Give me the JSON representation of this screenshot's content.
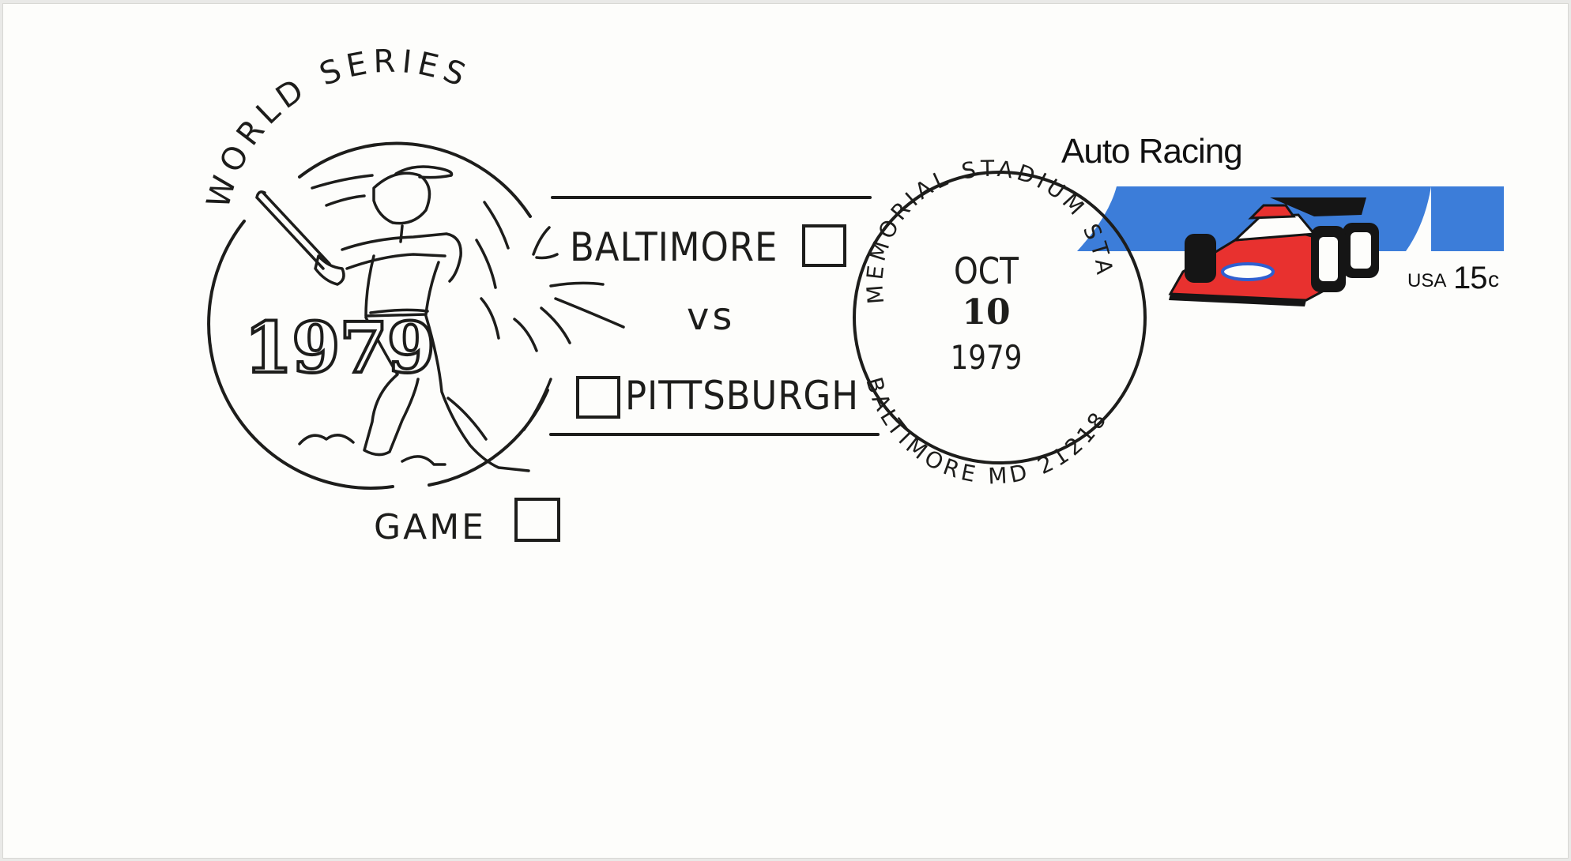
{
  "cachet": {
    "arc_title": "WORLD SERIES",
    "year": "1979",
    "team_top": "BALTIMORE",
    "versus": "vs",
    "team_bottom": "PITTSBURGH",
    "game_label": "GAME",
    "icons": [
      "baseball-batter-illustration",
      "empty-checkbox"
    ]
  },
  "postmark": {
    "arc_top": "MEMORIAL STADIUM STA",
    "arc_bottom": "BALTIMORE MD 21218",
    "month": "OCT",
    "day": "10",
    "year": "1979"
  },
  "stamp": {
    "title": "Auto Racing",
    "country": "USA",
    "value": "15",
    "value_unit": "c",
    "icons": [
      "race-car-illustration"
    ],
    "colors": {
      "band_blue": "#3c7dd9",
      "car_red": "#e8312f",
      "car_black": "#151515"
    }
  },
  "colors": {
    "ink": "#1d1d1b",
    "envelope": "#fdfdfb"
  }
}
